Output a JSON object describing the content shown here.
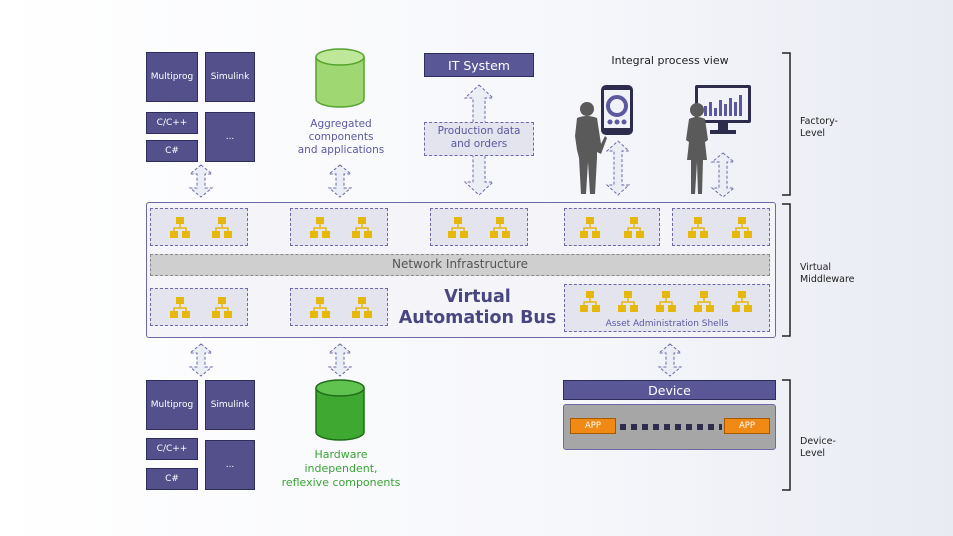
{
  "top_tools": {
    "multiprog": "Multiprog",
    "simulink": "Simulink",
    "cpp": "C/C++",
    "csharp": "C#",
    "more": "..."
  },
  "bottom_tools": {
    "multiprog": "Multiprog",
    "simulink": "Simulink",
    "cpp": "C/C++",
    "csharp": "C#",
    "more": "..."
  },
  "aggregated_label": "Aggregated\ncomponents\nand applications",
  "it_system": "IT System",
  "production_label": "Production data\nand orders",
  "integral_view": "Integral process view",
  "network_label": "Network Infrastructure",
  "bus_title": "Virtual\nAutomation Bus",
  "aas_label": "Asset Administration Shells",
  "device_label": "Device",
  "app_left": "APP",
  "app_right": "APP",
  "hardware_label": "Hardware\nindependent,\nreflexive components",
  "levels": {
    "factory": "Factory-\nLevel",
    "middleware": "Virtual\nMiddleware",
    "device": "Device-\nLevel"
  },
  "colors": {
    "purple": "#53508c",
    "accent_text": "#5b58a0",
    "green": "#3aa336",
    "gold": "#e7b80c",
    "orange": "#f08a14",
    "network_gray": "#cfcfcf"
  }
}
